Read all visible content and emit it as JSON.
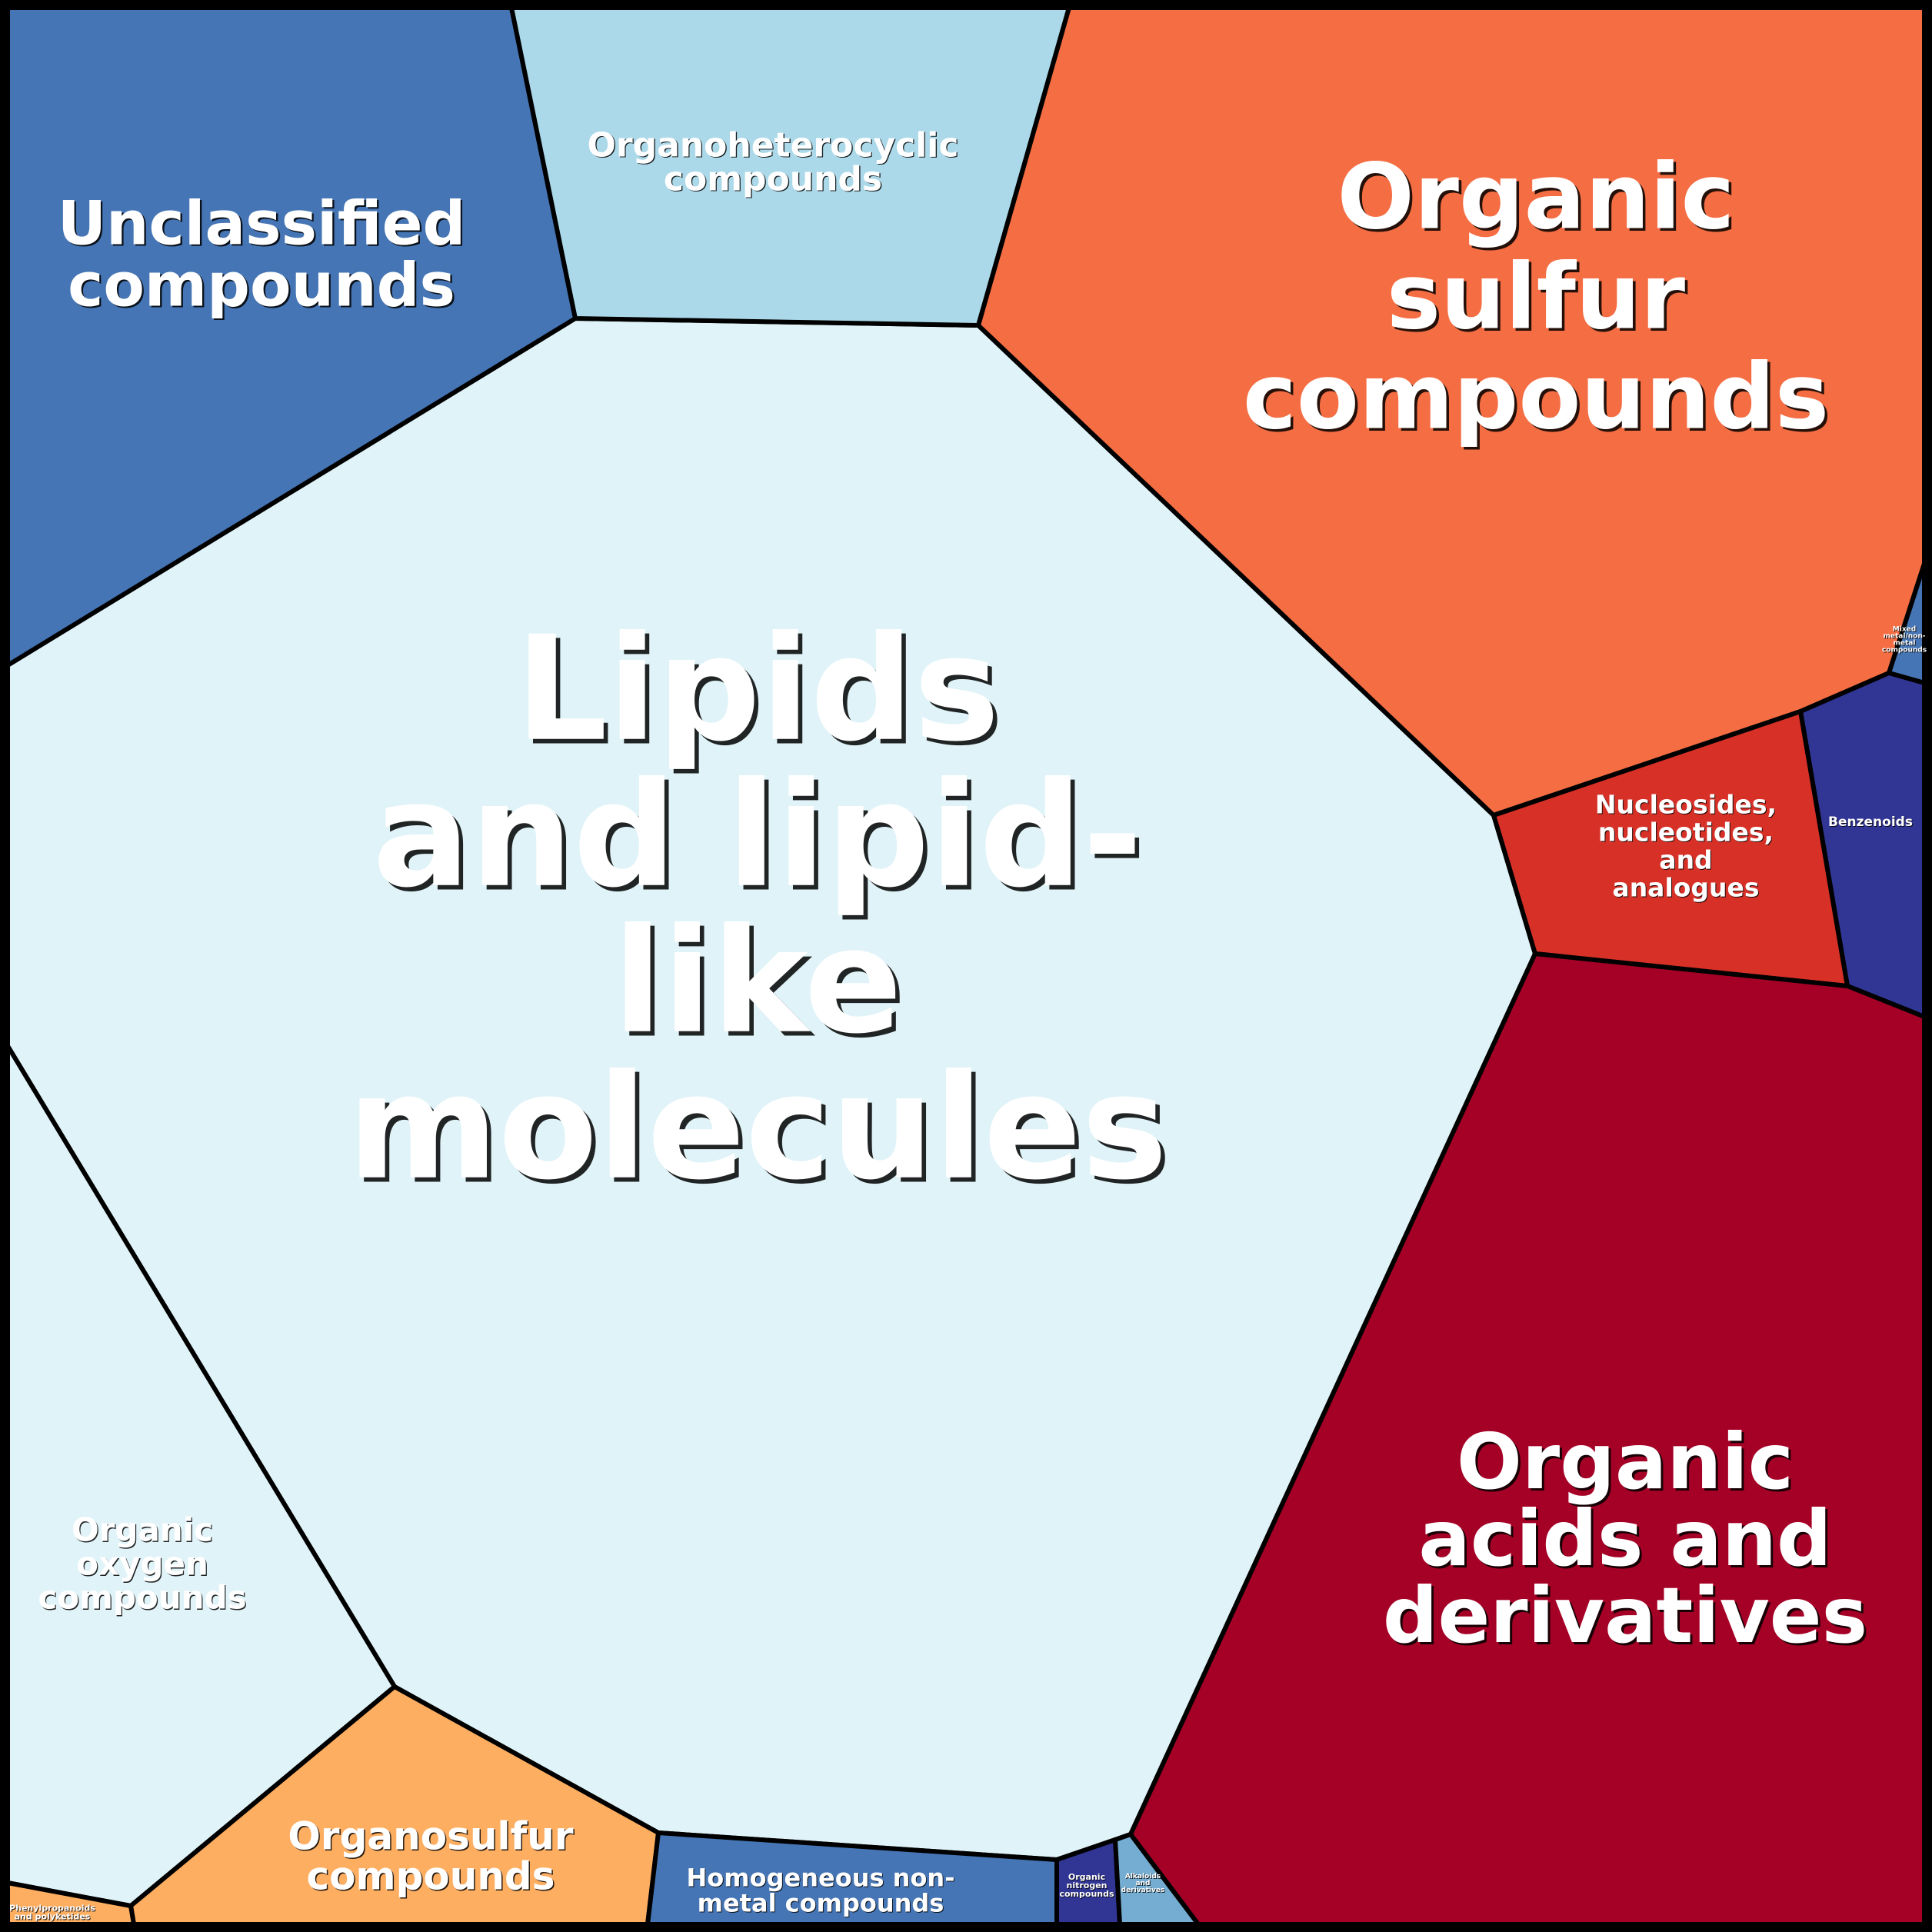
{
  "chart_data": {
    "type": "voronoi-treemap",
    "cells": [
      {
        "id": "lipids",
        "label": [
          "Lipids",
          "and lipid-",
          "like",
          "molecules"
        ],
        "color": "#e0f3f8"
      },
      {
        "id": "unclassified",
        "label": [
          "Unclassified",
          "compounds"
        ],
        "color": "#4575b4"
      },
      {
        "id": "organoheterocyclic",
        "label": [
          "Organoheterocyclic",
          "compounds"
        ],
        "color": "#abd9e9"
      },
      {
        "id": "organic-sulfur",
        "label": [
          "Organic",
          "sulfur",
          "compounds"
        ],
        "color": "#f46d43"
      },
      {
        "id": "mixed-metal",
        "label": [
          "Mixed",
          "metal/non-",
          "metal",
          "compounds"
        ],
        "color": "#4575b4"
      },
      {
        "id": "benzenoids",
        "label": [
          "Benzenoids"
        ],
        "color": "#313695"
      },
      {
        "id": "nucleosides",
        "label": [
          "Nucleosides,",
          "nucleotides,",
          "and",
          "analogues"
        ],
        "color": "#d73027"
      },
      {
        "id": "organic-acids",
        "label": [
          "Organic",
          "acids and",
          "derivatives"
        ],
        "color": "#a50026"
      },
      {
        "id": "organic-oxygen",
        "label": [
          "Organic",
          "oxygen",
          "compounds"
        ],
        "color": "#e0f3f8"
      },
      {
        "id": "organosulfur",
        "label": [
          "Organosulfur",
          "compounds"
        ],
        "color": "#fdae61"
      },
      {
        "id": "homogeneous-nonmetal",
        "label": [
          "Homogeneous non-",
          "metal compounds"
        ],
        "color": "#4575b4"
      },
      {
        "id": "organic-nitrogen",
        "label": [
          "Organic",
          "nitrogen",
          "compounds"
        ],
        "color": "#313695"
      },
      {
        "id": "alkaloids",
        "label": [
          "Alkaloids",
          "and",
          "derivatives"
        ],
        "color": "#74add1"
      },
      {
        "id": "phenylpropanoids",
        "label": [
          "Phenylpropanoids",
          "and polyketides"
        ],
        "color": "#fdae61"
      }
    ]
  }
}
